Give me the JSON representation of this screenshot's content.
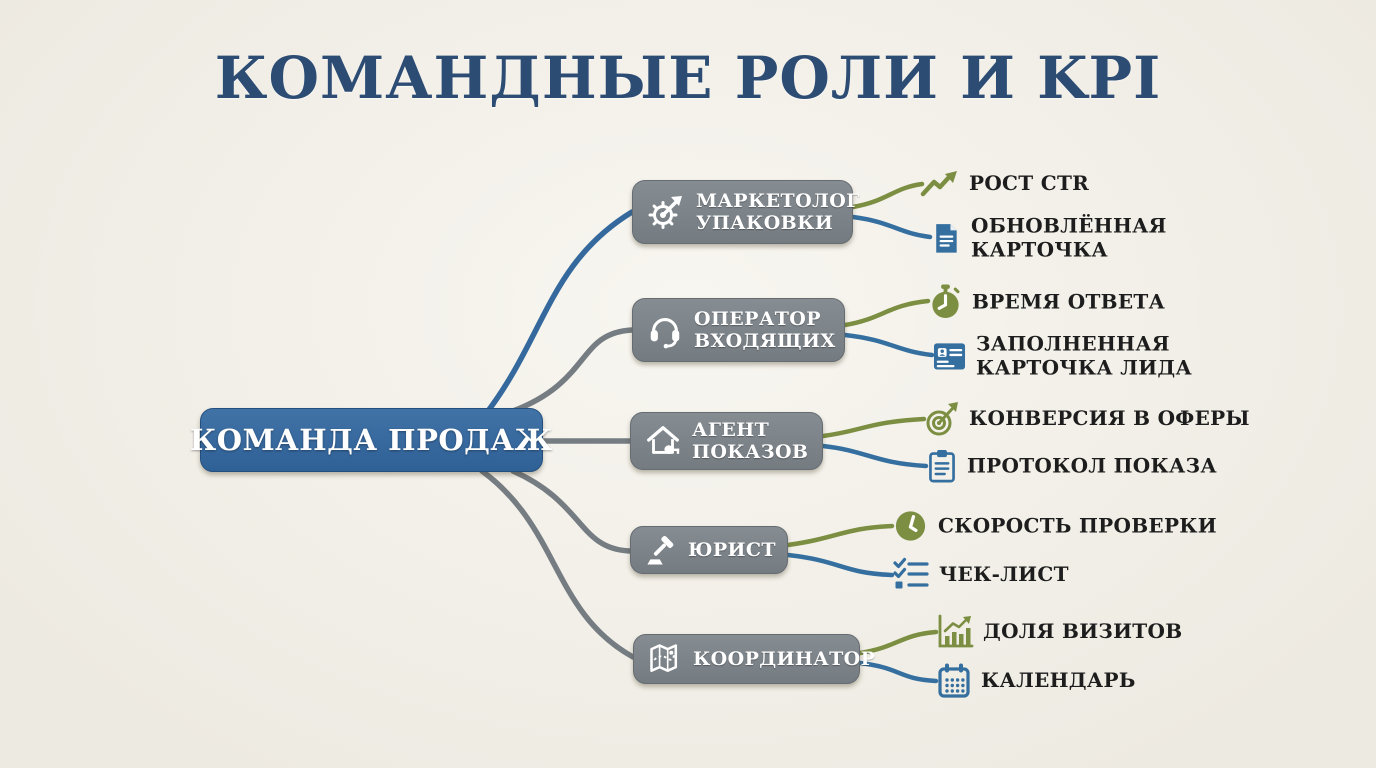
{
  "title": "КОМАНДНЫЕ РОЛИ И KPI",
  "colors": {
    "background": "#f4f1e8",
    "title_text": "#2d4c74",
    "central_node_blue": "#3a6da1",
    "role_node_gray": "#7e858b",
    "branch_green": "#7c8e41",
    "branch_blue": "#356f9f",
    "branch_gray": "#757c82",
    "kpi_text": "#1d1d1d"
  },
  "central_node": {
    "label": "КОМАНДА ПРОДАЖ"
  },
  "branches": [
    {
      "role": {
        "lines": [
          "МАРКЕТОЛОГ",
          "УПАКОВКИ"
        ],
        "icon": "gear-growth-icon"
      },
      "kpis": [
        {
          "lines": [
            "РОСТ CTR"
          ],
          "icon": "trend-up-icon",
          "accent": "#7c8e41"
        },
        {
          "lines": [
            "ОБНОВЛЁННАЯ",
            "КАРТОЧКА"
          ],
          "icon": "document-icon",
          "accent": "#356f9f"
        }
      ]
    },
    {
      "role": {
        "lines": [
          "ОПЕРАТОР",
          "ВХОДЯЩИХ"
        ],
        "icon": "headset-icon"
      },
      "kpis": [
        {
          "lines": [
            "ВРЕМЯ ОТВЕТА"
          ],
          "icon": "stopwatch-icon",
          "accent": "#7c8e41"
        },
        {
          "lines": [
            "ЗАПОЛНЕННАЯ",
            "КАРТОЧКА ЛИДА"
          ],
          "icon": "lead-card-icon",
          "accent": "#356f9f"
        }
      ]
    },
    {
      "role": {
        "lines": [
          "АГЕНТ",
          "ПОКАЗОВ"
        ],
        "icon": "house-key-icon"
      },
      "kpis": [
        {
          "lines": [
            "КОНВЕРСИЯ В ОФЕРЫ"
          ],
          "icon": "target-dart-icon",
          "accent": "#7c8e41"
        },
        {
          "lines": [
            "ПРОТОКОЛ ПОКАЗА"
          ],
          "icon": "clipboard-icon",
          "accent": "#356f9f"
        }
      ]
    },
    {
      "role": {
        "lines": [
          "ЮРИСТ"
        ],
        "icon": "gavel-icon"
      },
      "kpis": [
        {
          "lines": [
            "СКОРОСТЬ ПРОВЕРКИ"
          ],
          "icon": "clock-icon",
          "accent": "#7c8e41"
        },
        {
          "lines": [
            "ЧЕК-ЛИСТ"
          ],
          "icon": "checklist-icon",
          "accent": "#356f9f"
        }
      ]
    },
    {
      "role": {
        "lines": [
          "КООРДИНАТОР"
        ],
        "icon": "map-icon"
      },
      "kpis": [
        {
          "lines": [
            "ДОЛЯ ВИЗИТОВ"
          ],
          "icon": "chart-growth-icon",
          "accent": "#7c8e41"
        },
        {
          "lines": [
            "КАЛЕНДАРЬ"
          ],
          "icon": "calendar-icon",
          "accent": "#356f9f"
        }
      ]
    }
  ]
}
